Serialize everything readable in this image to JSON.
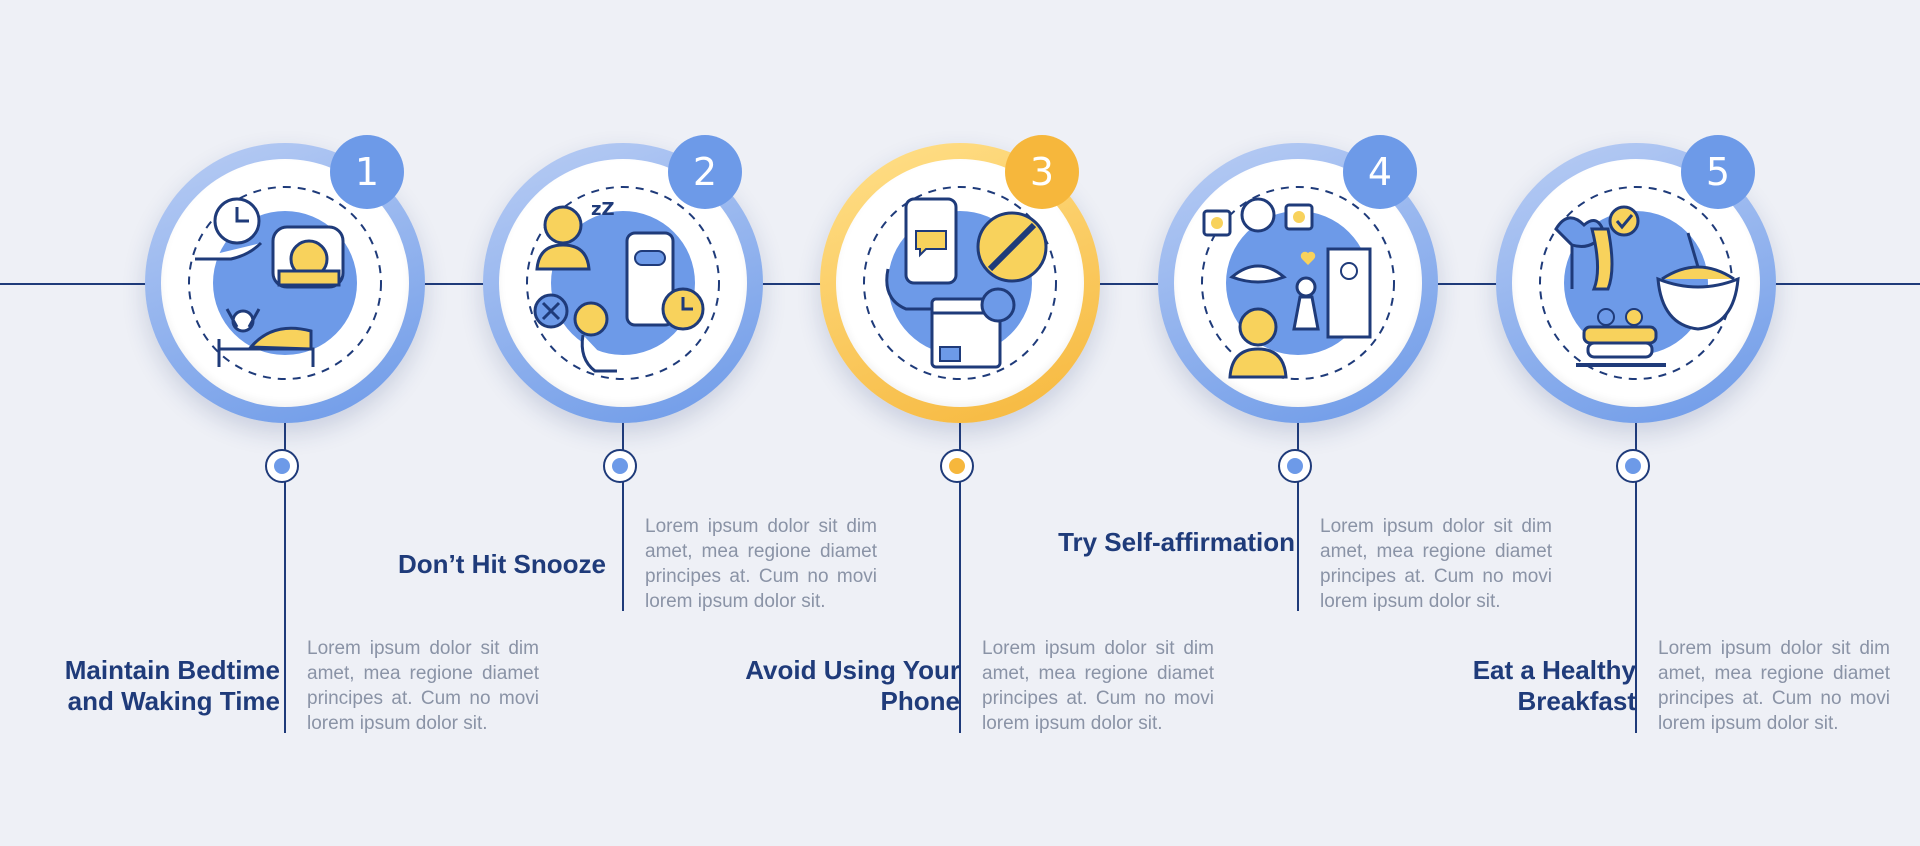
{
  "steps": [
    {
      "number": "1",
      "title": "Maintain Bedtime and Waking Time",
      "icon": "bedtime-routine-icon",
      "description": "Lorem ipsum dolor sit dim amet, mea regione diamet principes at. Cum no movi lorem ipsum dolor sit."
    },
    {
      "number": "2",
      "title": "Don’t Hit Snooze",
      "icon": "snooze-alarm-icon",
      "description": "Lorem ipsum dolor sit dim amet, mea regione diamet principes at. Cum no movi lorem ipsum dolor sit."
    },
    {
      "number": "3",
      "title": "Avoid Using Your Phone",
      "icon": "phone-ban-icon",
      "description": "Lorem ipsum dolor sit dim amet, mea regione diamet principes at. Cum no movi lorem ipsum dolor sit."
    },
    {
      "number": "4",
      "title": "Try Self-affirmation",
      "icon": "self-affirmation-icon",
      "description": "Lorem ipsum dolor sit dim amet, mea regione diamet principes at. Cum no movi lorem ipsum dolor sit."
    },
    {
      "number": "5",
      "title": "Eat a Healthy Breakfast",
      "icon": "healthy-breakfast-icon",
      "description": "Lorem ipsum dolor sit dim amet, mea regione diamet principes at. Cum no movi lorem ipsum dolor sit."
    }
  ],
  "colors": {
    "primary": "#6d9ae8",
    "accent": "#f6b73c",
    "navy": "#1f3b7a",
    "text_muted": "#8a93a6"
  },
  "highlighted_step": "3"
}
